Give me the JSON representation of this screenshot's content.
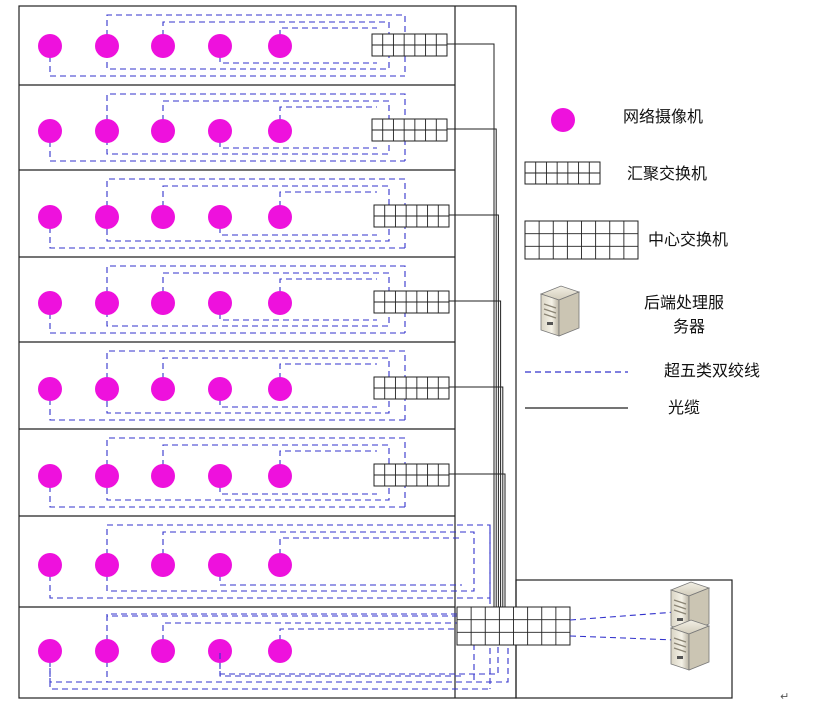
{
  "legend": {
    "camera": "网络摄像机",
    "aggregation_switch": "汇聚交换机",
    "core_switch": "中心交换机",
    "server_line1": "后端处理服",
    "server_line2": "务器",
    "utp_cable": "超五类双绞线",
    "fiber_cable": "光缆"
  },
  "floors": [
    {
      "cameras": 5,
      "has_aggregation_switch": true
    },
    {
      "cameras": 5,
      "has_aggregation_switch": true
    },
    {
      "cameras": 5,
      "has_aggregation_switch": true
    },
    {
      "cameras": 5,
      "has_aggregation_switch": true
    },
    {
      "cameras": 5,
      "has_aggregation_switch": true
    },
    {
      "cameras": 5,
      "has_aggregation_switch": true
    },
    {
      "cameras": 5,
      "has_aggregation_switch": false
    },
    {
      "cameras": 5,
      "has_aggregation_switch": false,
      "has_core_switch": true
    }
  ],
  "server_room": {
    "servers": 2
  },
  "colors": {
    "camera": "#ee11dd",
    "utp": "#3333cc",
    "fiber": "#222222",
    "frame": "#222222"
  },
  "paragraph_mark": "↵"
}
